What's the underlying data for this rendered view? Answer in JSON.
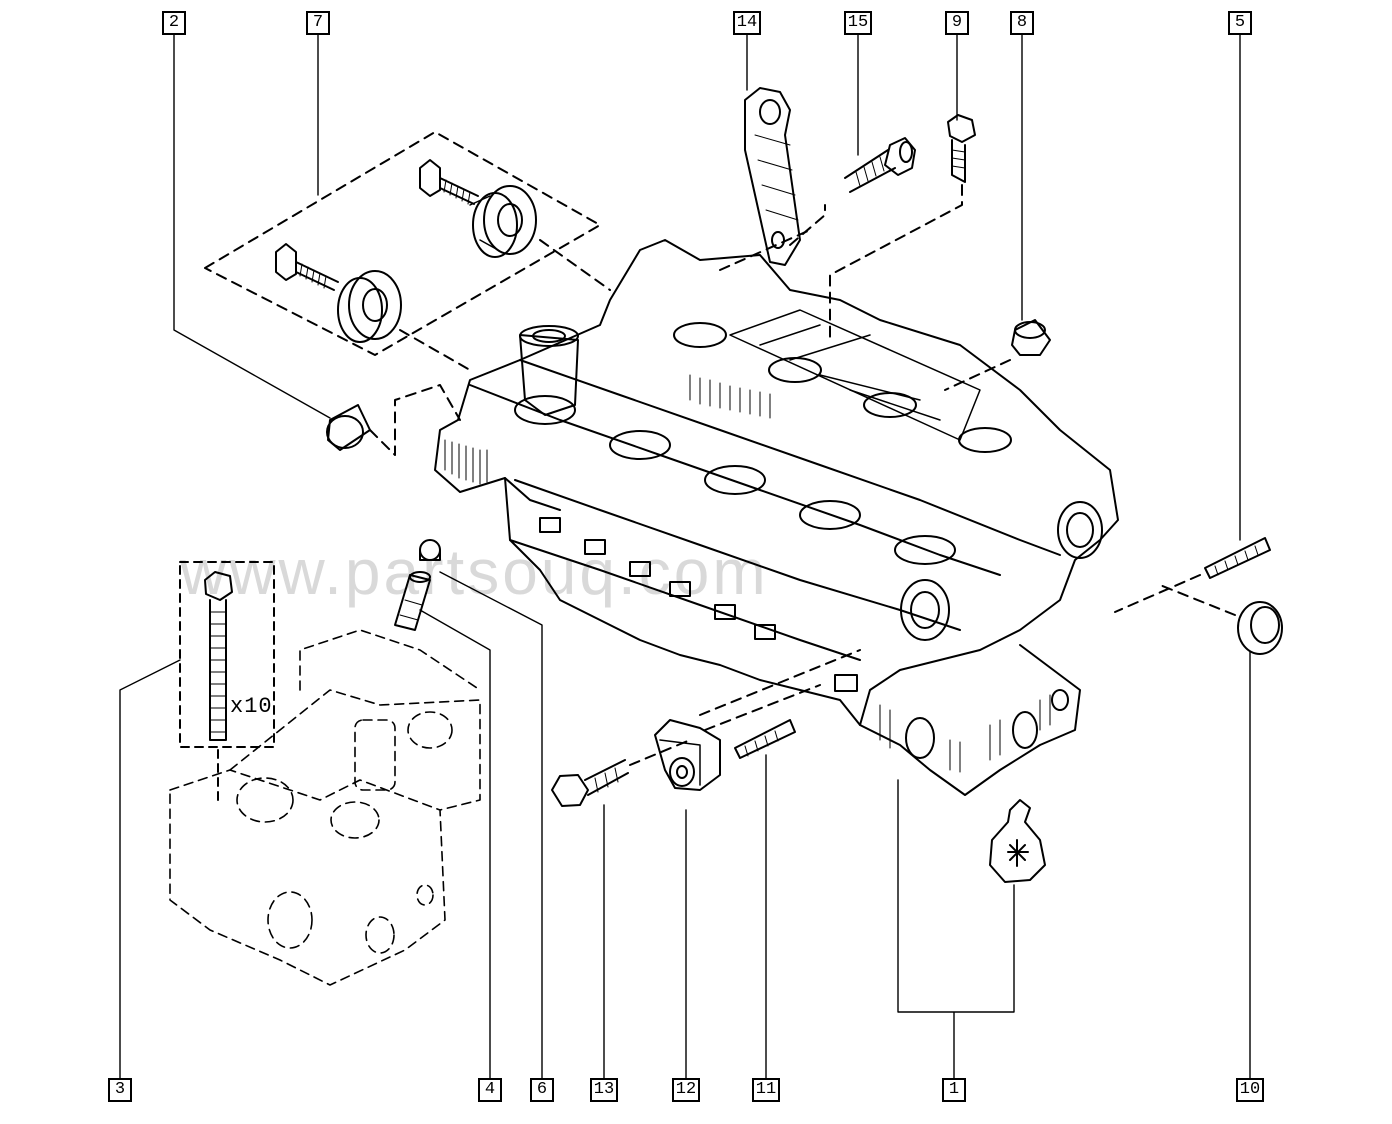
{
  "watermark": "www.partsouq.com",
  "callouts": [
    "1",
    "2",
    "3",
    "4",
    "5",
    "6",
    "7",
    "8",
    "9",
    "10",
    "11",
    "12",
    "13",
    "14",
    "15"
  ],
  "quantity_label": "x10",
  "colors": {
    "ink": "#000000",
    "background": "#ffffff",
    "watermark": "#d9d9d9"
  }
}
